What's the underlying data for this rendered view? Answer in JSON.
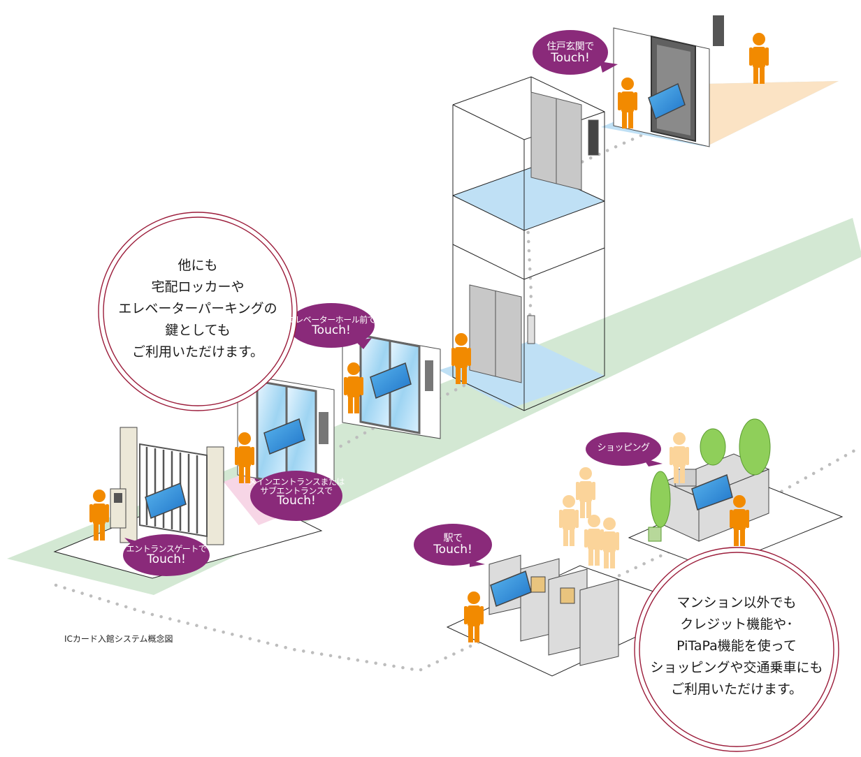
{
  "caption": "ICカード入館システム概念図",
  "bubbles": {
    "entrance_gate": {
      "small": "エントランスゲートで",
      "big": "Touch!"
    },
    "main_entrance": {
      "small1": "メインエントランスまたは",
      "small2": "サブエントランスで",
      "big": "Touch!"
    },
    "elevator_hall": {
      "small": "エレベーターホール前で",
      "big": "Touch!"
    },
    "front_door": {
      "small": "住戸玄関で",
      "big": "Touch!"
    },
    "station": {
      "small": "駅で",
      "big": "Touch!"
    },
    "shopping": {
      "small": "ショッピング"
    }
  },
  "callouts": {
    "left": [
      "他にも",
      "宅配ロッカーや",
      "エレベーターパーキングの",
      "鍵としても",
      "ご利用いただけます。"
    ],
    "right": [
      "マンション以外でも",
      "クレジット機能や･",
      "PiTaPa機能を使って",
      "ショッピングや交通乗車にも",
      "ご利用いただけます。"
    ]
  },
  "colors": {
    "bubble": "#8a2a7a",
    "person": "#f28a00",
    "person_light": "#fbd49a",
    "path_green": "#d3e8d3",
    "floor_blue": "#bfe0f5",
    "floor_pink": "#f7d6e6",
    "floor_peach": "#fbe3c4",
    "circle_ring": "#9b1c3a",
    "dots": "#b8b8b8"
  }
}
